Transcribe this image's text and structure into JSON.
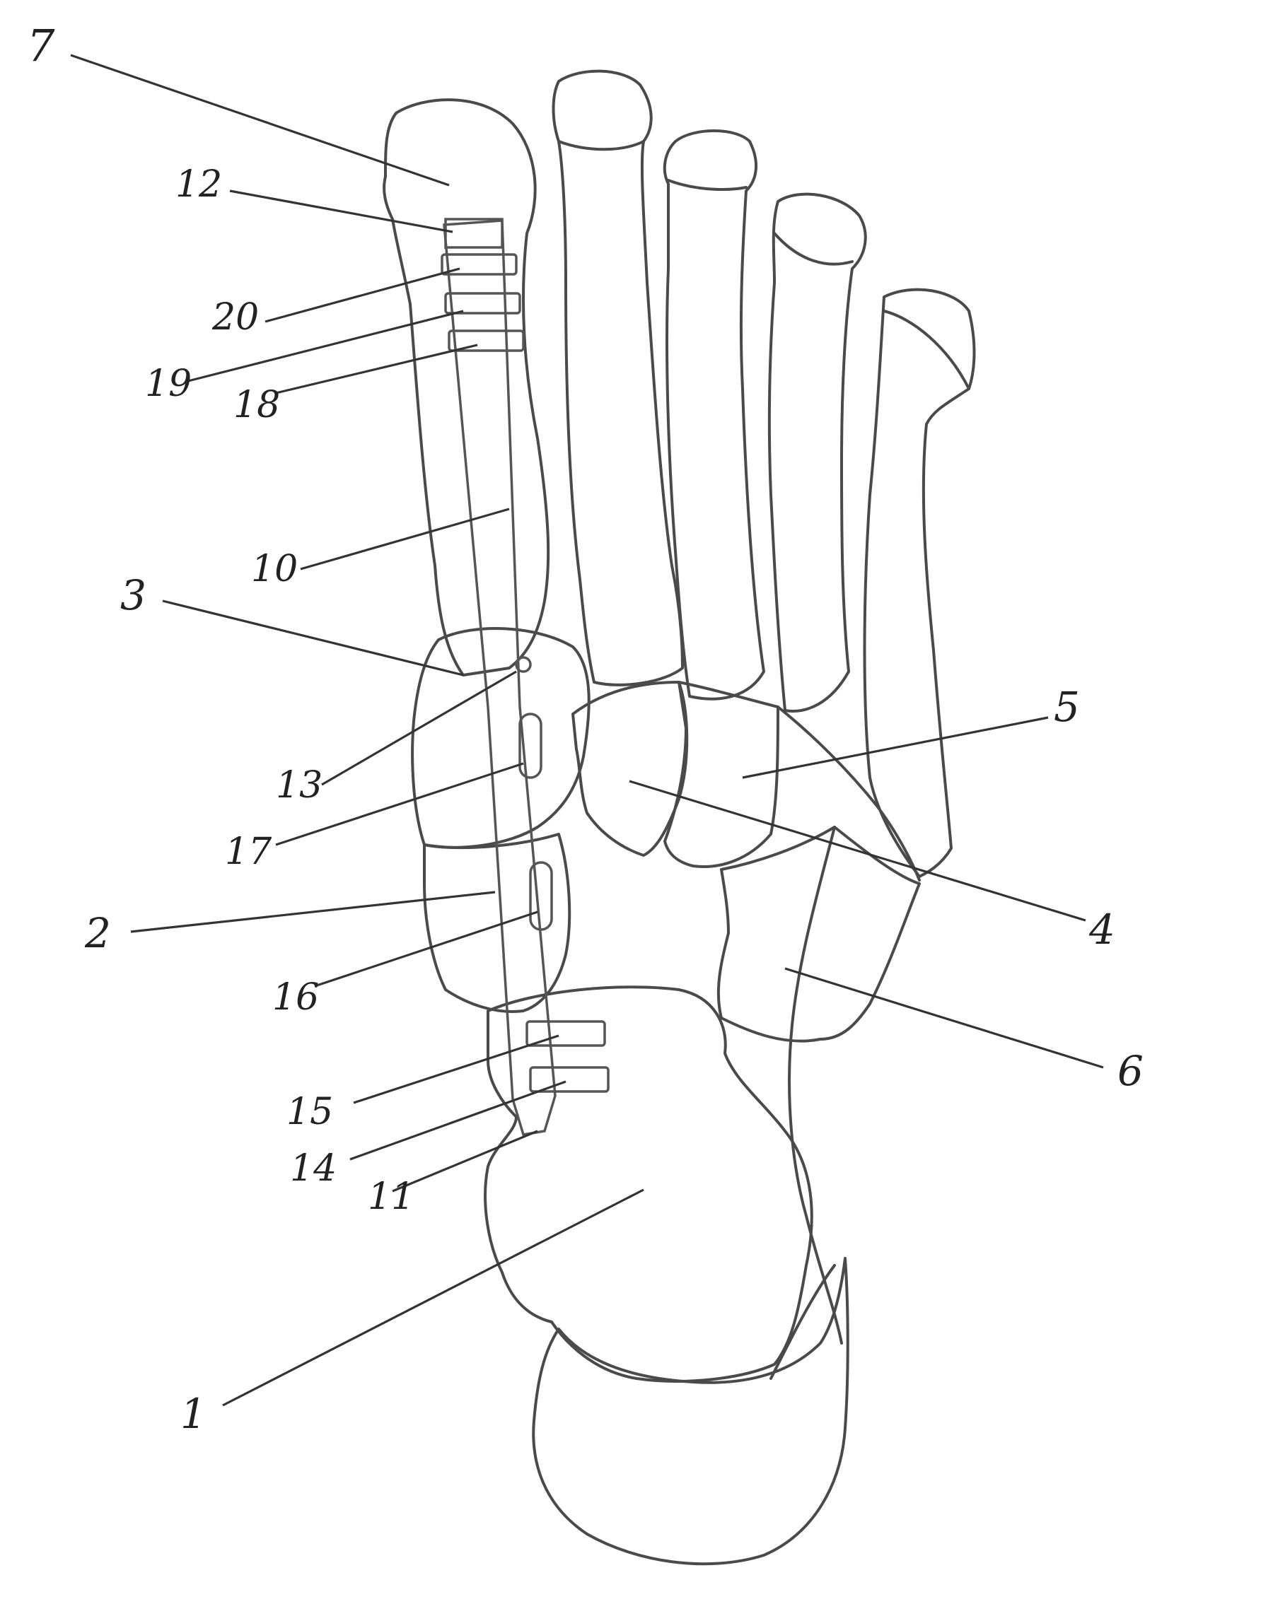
{
  "labels": {
    "l1": "1",
    "l2": "2",
    "l3": "3",
    "l4": "4",
    "l5": "5",
    "l6": "6",
    "l7": "7",
    "l10": "10",
    "l11": "11",
    "l12": "12",
    "l13": "13",
    "l14": "14",
    "l15": "15",
    "l16": "16",
    "l17": "17",
    "l18": "18",
    "l19": "19",
    "l20": "20"
  },
  "colors": {
    "line": "#4a4a4a",
    "text": "#222222",
    "background": "#ffffff"
  }
}
